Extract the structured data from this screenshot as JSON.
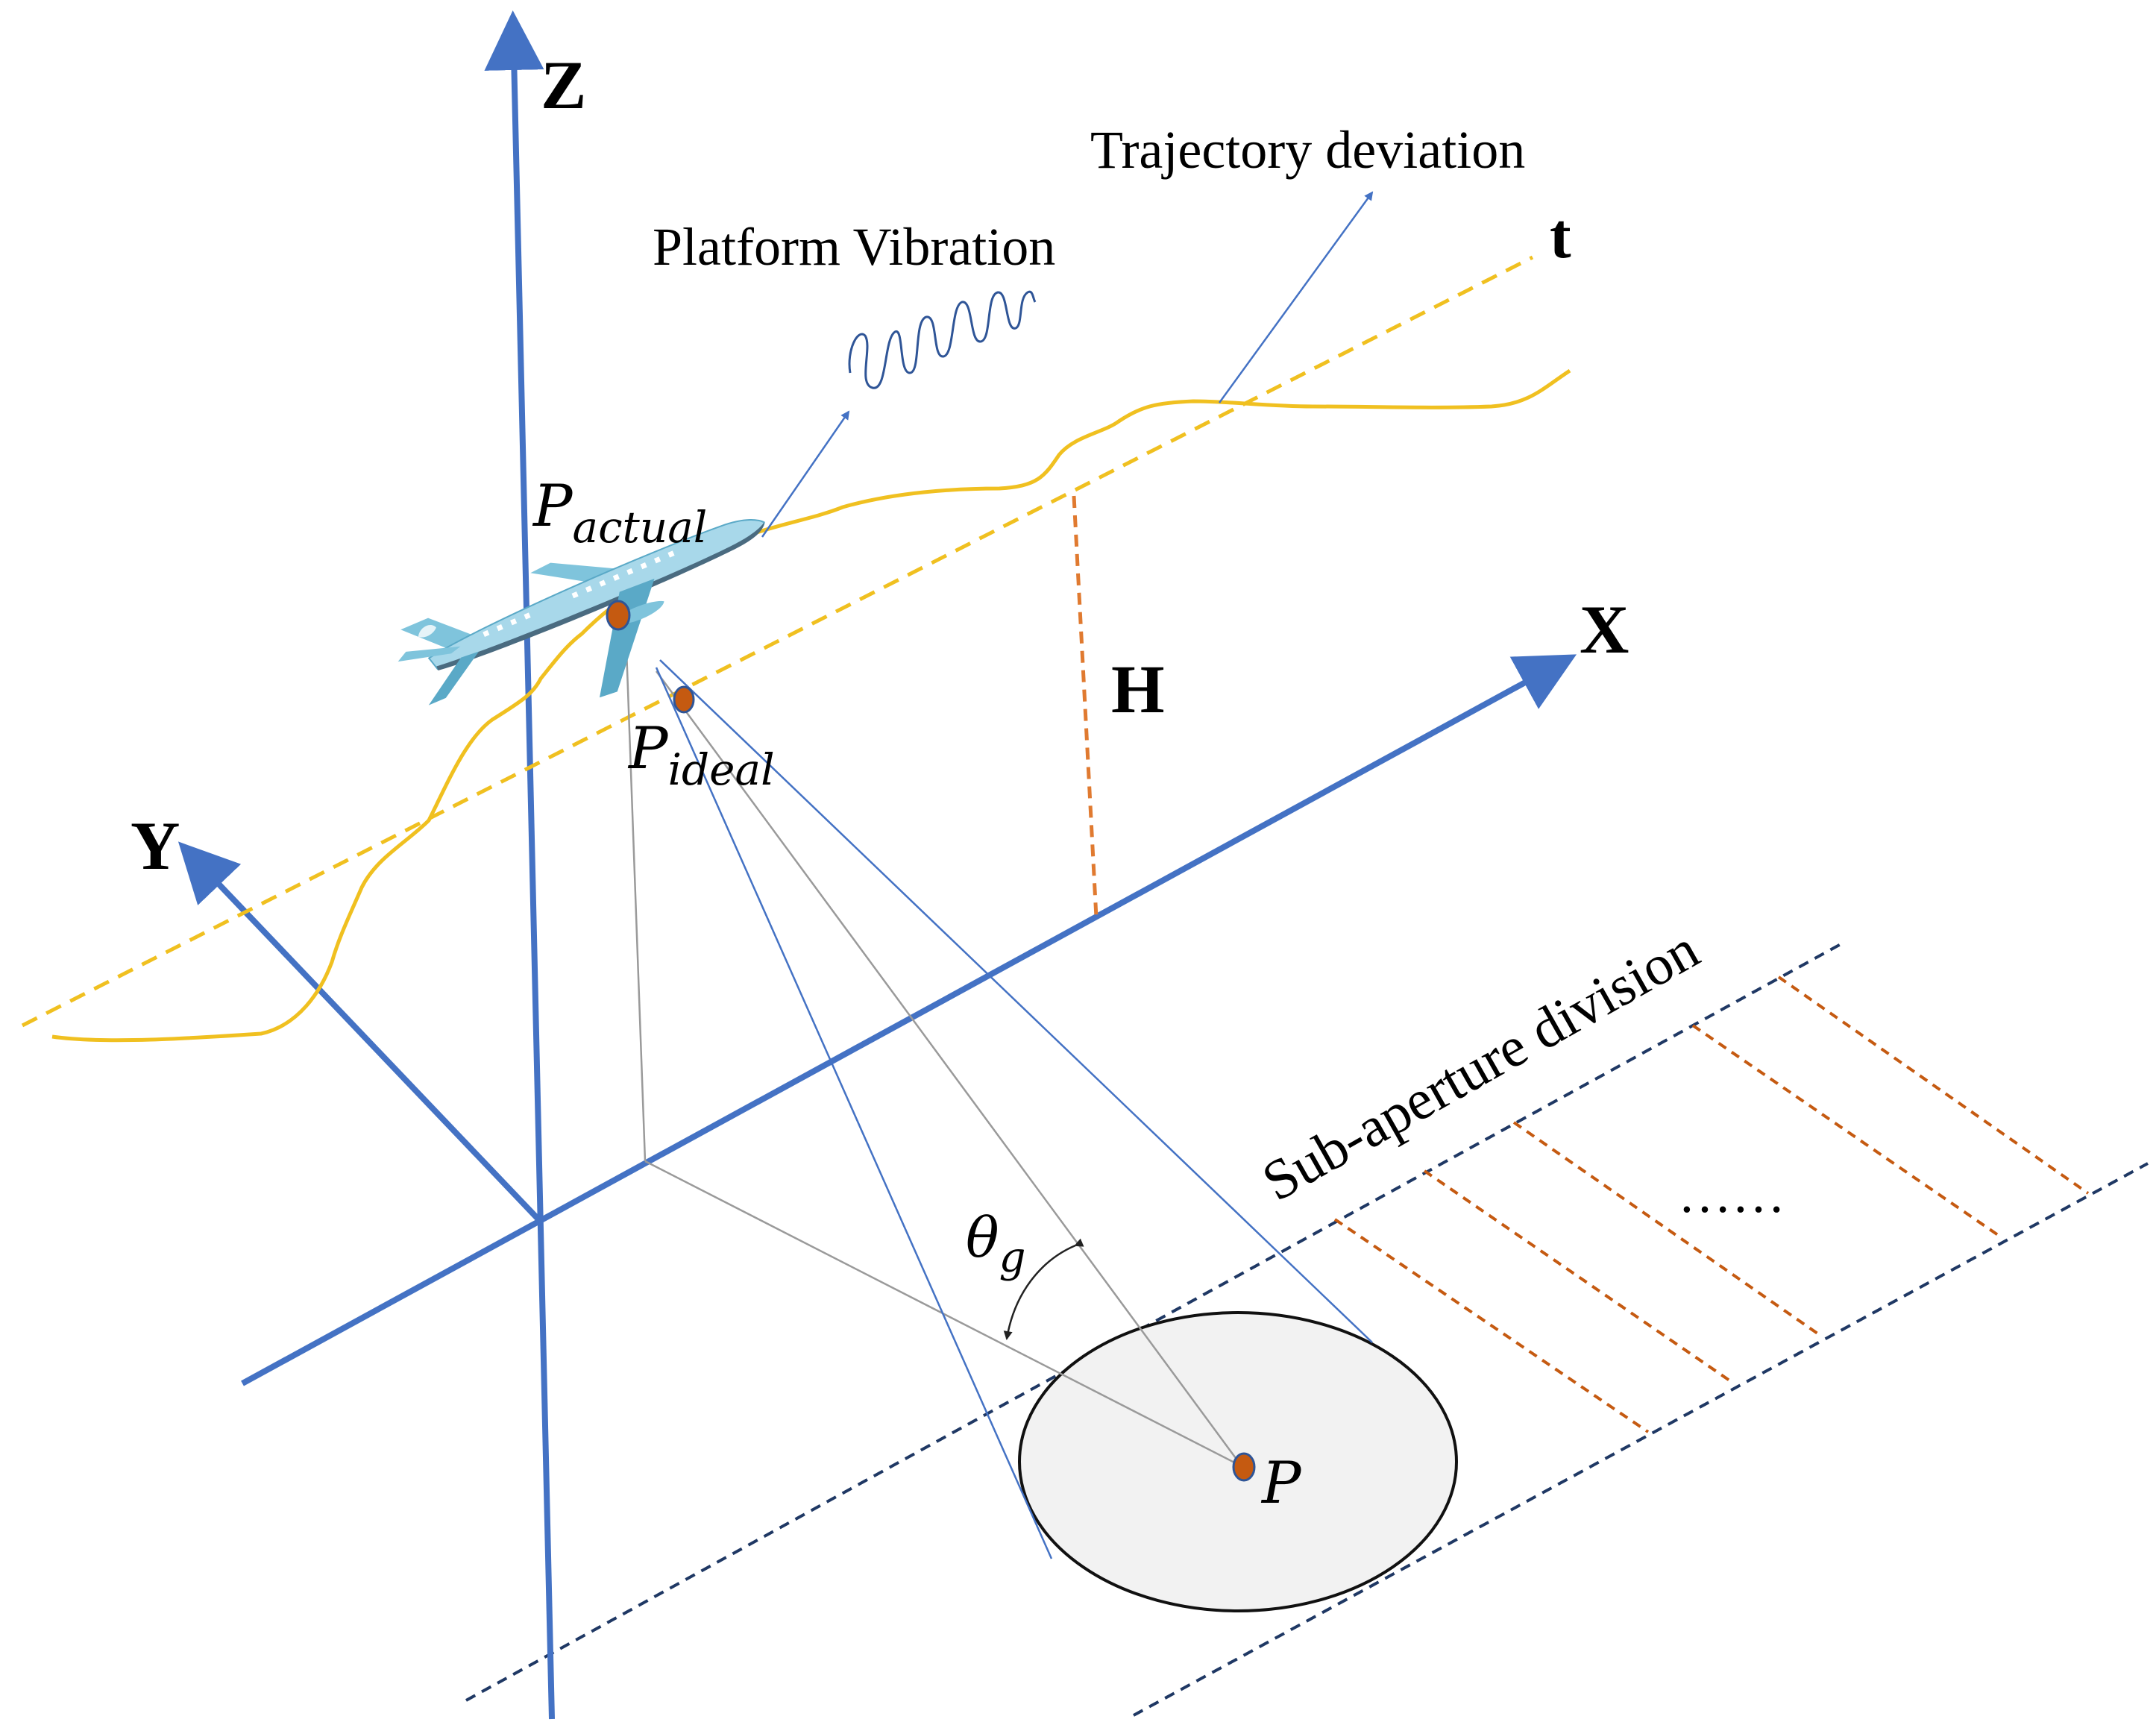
{
  "labels": {
    "z_axis": "Z",
    "x_axis": "X",
    "y_axis": "Y",
    "t_axis": "t",
    "height": "H",
    "trajectory_deviation": "Trajectory deviation",
    "platform_vibration": "Platform Vibration",
    "p_actual_main": "P",
    "p_actual_sub": "actual",
    "p_ideal_main": "P",
    "p_ideal_sub": "ideal",
    "theta_main": "θ",
    "theta_sub": "g",
    "target_point": "P",
    "sub_aperture": "Sub-aperture division",
    "ellipsis": "……"
  },
  "colors": {
    "axis": "#4472c4",
    "trajectory": "#f0c020",
    "ideal_track": "#f0c020",
    "height_line": "#e07a30",
    "beam": "#4472c4",
    "projection": "#9a9a9a",
    "ground_lines": "#1f3864",
    "sub_aperture_lines": "#c55a11",
    "point_fill": "#c55a11",
    "point_stroke": "#2f5597",
    "ellipse_fill": "#f2f2f2",
    "vibration": "#2f5597",
    "plane_body": "#9fd3e6",
    "plane_dark": "#5aa9c7"
  },
  "icons": {
    "aircraft": "airplane-icon",
    "vibration": "vibration-wave-icon"
  }
}
